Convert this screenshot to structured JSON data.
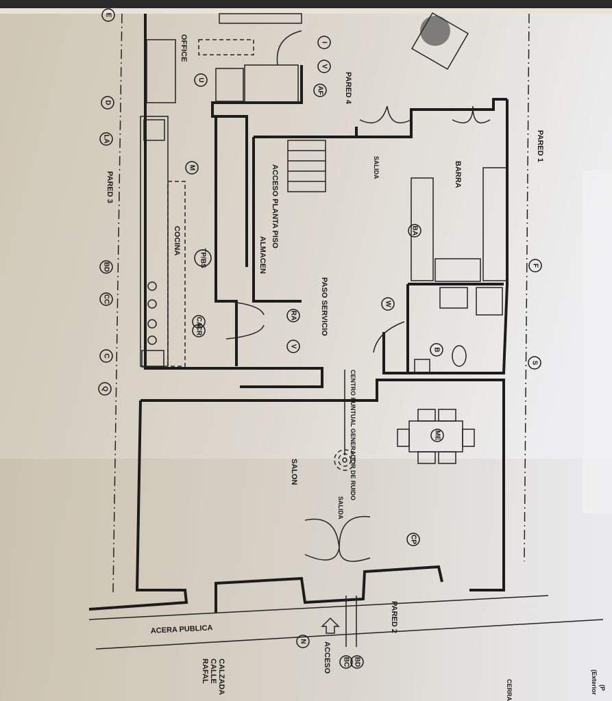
{
  "plan": {
    "rooms": {
      "office": "OFFICE",
      "cocina": "COCINA",
      "almacen": "ALMACEN",
      "acceso_planta": "ACCESO PLANTA PISO",
      "paso_servicio": "PASO SERVICIO",
      "barra": "BARRA",
      "salon": "SALON"
    },
    "walls": {
      "pared1": "PARED 1",
      "pared2": "PARED 2",
      "pared3": "PARED 3",
      "pared4": "PARED 4"
    },
    "exits": {
      "salida_top": "SALIDA",
      "salida_bottom": "SALIDA"
    },
    "noise_source": "CENTRO PUNTUAL GENERADOR DE RUIDO",
    "street": {
      "acera": "ACERA PUBLICA",
      "calzada": "CALZADA CALLE RAFAL",
      "acceso": "ACCESO"
    },
    "partial_text": {
      "exterior": "(Exterior",
      "p": "(P",
      "cerra": "CERRA"
    },
    "tags": [
      "E",
      "D",
      "LA",
      "M",
      "BD",
      "CC",
      "C",
      "Q",
      "U",
      "I",
      "V",
      "AF",
      "TP/BS",
      "CA",
      "CR",
      "RA",
      "V",
      "W",
      "B",
      "BA",
      "F",
      "S",
      "ME",
      "CP",
      "N",
      "BC",
      "BD"
    ]
  },
  "colors": {
    "paper": "#d9d4ca",
    "ink": "#1c1c1c"
  }
}
